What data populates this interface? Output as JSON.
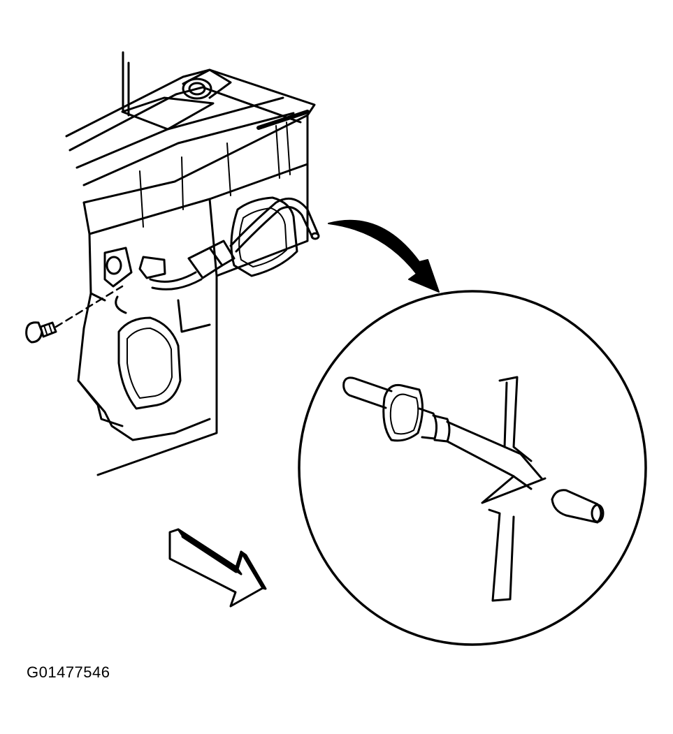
{
  "figure": {
    "id_label": "G01477546",
    "colors": {
      "ink": "#000000",
      "paper": "#ffffff"
    }
  },
  "parts": {
    "engine_block": "engine-block-drawing",
    "bolt": "bolt-icon",
    "sensor_assembly": "sensor-assembly",
    "direction_arrow": "arrow-curved-icon",
    "detail_view": "detail-circle",
    "front_indicator": "front-arrow-icon"
  }
}
